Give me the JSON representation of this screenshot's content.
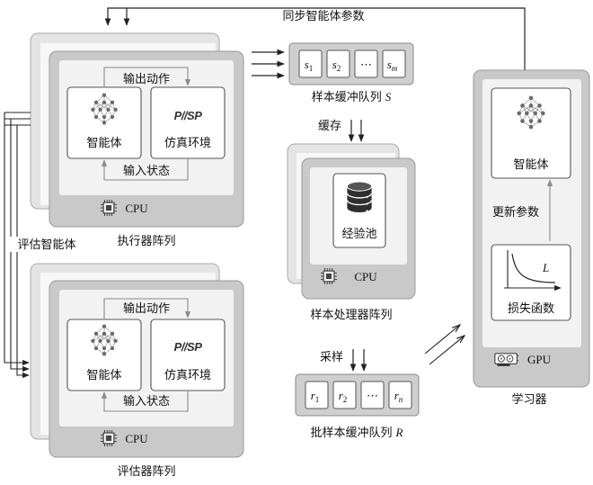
{
  "labels": {
    "sync_params": "同步智能体参数",
    "output_action": "输出动作",
    "input_state": "输入状态",
    "agent": "智能体",
    "sim_env": "仿真环境",
    "cpu": "CPU",
    "gpu": "GPU",
    "actor_array": "执行器阵列",
    "evaluate_agent": "评估智能体",
    "evaluator_array": "评估器阵列",
    "sample_queue": "样本缓冲队列",
    "sample_queue_var": "S",
    "cache": "缓存",
    "replay_pool": "经验池",
    "sample_processor_array": "样本处理器阵列",
    "sampling": "采样",
    "batch_queue": "批样本缓冲队列",
    "batch_queue_var": "R",
    "learner": "学习器",
    "update_params": "更新参数",
    "loss_function": "损失函数",
    "loss_symbol": "L",
    "ellipsis": "⋯",
    "brand_logo": "P//SP"
  },
  "sample_cells": [
    {
      "base": "s",
      "sub": "1"
    },
    {
      "base": "s",
      "sub": "2"
    },
    {
      "base": "ellipsis",
      "sub": ""
    },
    {
      "base": "s",
      "sub": "m"
    }
  ],
  "batch_cells": [
    {
      "base": "r",
      "sub": "1"
    },
    {
      "base": "r",
      "sub": "2"
    },
    {
      "base": "ellipsis",
      "sub": ""
    },
    {
      "base": "r",
      "sub": "n"
    }
  ],
  "icons": [
    "neural-network-icon",
    "simulator-logo-icon",
    "cpu-chip-icon",
    "database-icon",
    "gpu-card-icon",
    "loss-curve-icon"
  ],
  "colors": {
    "panel_outer": "#c8c8c8",
    "panel_back": "#e4e4e4",
    "panel_inner": "#f2f2f2",
    "box_border": "#555555",
    "arrow": "#222222",
    "gray_arrow": "#8a8a8a"
  }
}
